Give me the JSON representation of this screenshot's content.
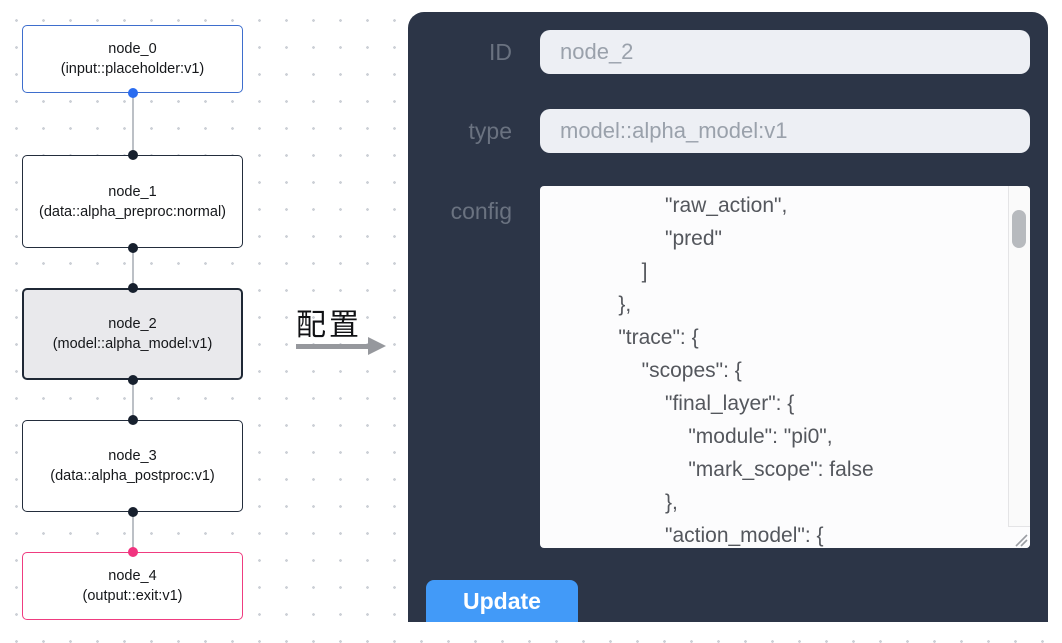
{
  "flow_canvas": {
    "nodes": [
      {
        "name": "node_0",
        "type": "(input::placeholder:v1)"
      },
      {
        "name": "node_1",
        "type": "(data::alpha_preproc:normal)"
      },
      {
        "name": "node_2",
        "type": "(model::alpha_model:v1)"
      },
      {
        "name": "node_3",
        "type": "(data::alpha_postproc:v1)"
      },
      {
        "name": "node_4",
        "type": "(output::exit:v1)"
      }
    ],
    "colors": {
      "input_node_border": "#3e6ecd",
      "output_node_border": "#ef3c80",
      "default_node_border": "#232d3c",
      "selected_node_bg": "#e9e9ec",
      "input_port": "#2a6cf0",
      "output_port": "#f1337f",
      "port": "#17202e",
      "edge": "#bcc0c6"
    }
  },
  "transition": {
    "label": "配置"
  },
  "config_panel": {
    "bg": "#2c3547",
    "accent": "#429af8",
    "id_field": {
      "label": "ID",
      "value": "node_2"
    },
    "type_field": {
      "label": "type",
      "value": "model::alpha_model:v1"
    },
    "config_field": {
      "label": "config",
      "value": "            \"raw_action\",\n            \"pred\"\n        ]\n    },\n    \"trace\": {\n        \"scopes\": {\n            \"final_layer\": {\n                \"module\": \"pi0\",\n                \"mark_scope\": false\n            },\n            \"action_model\": {"
    },
    "update_button": {
      "label": "Update"
    }
  }
}
